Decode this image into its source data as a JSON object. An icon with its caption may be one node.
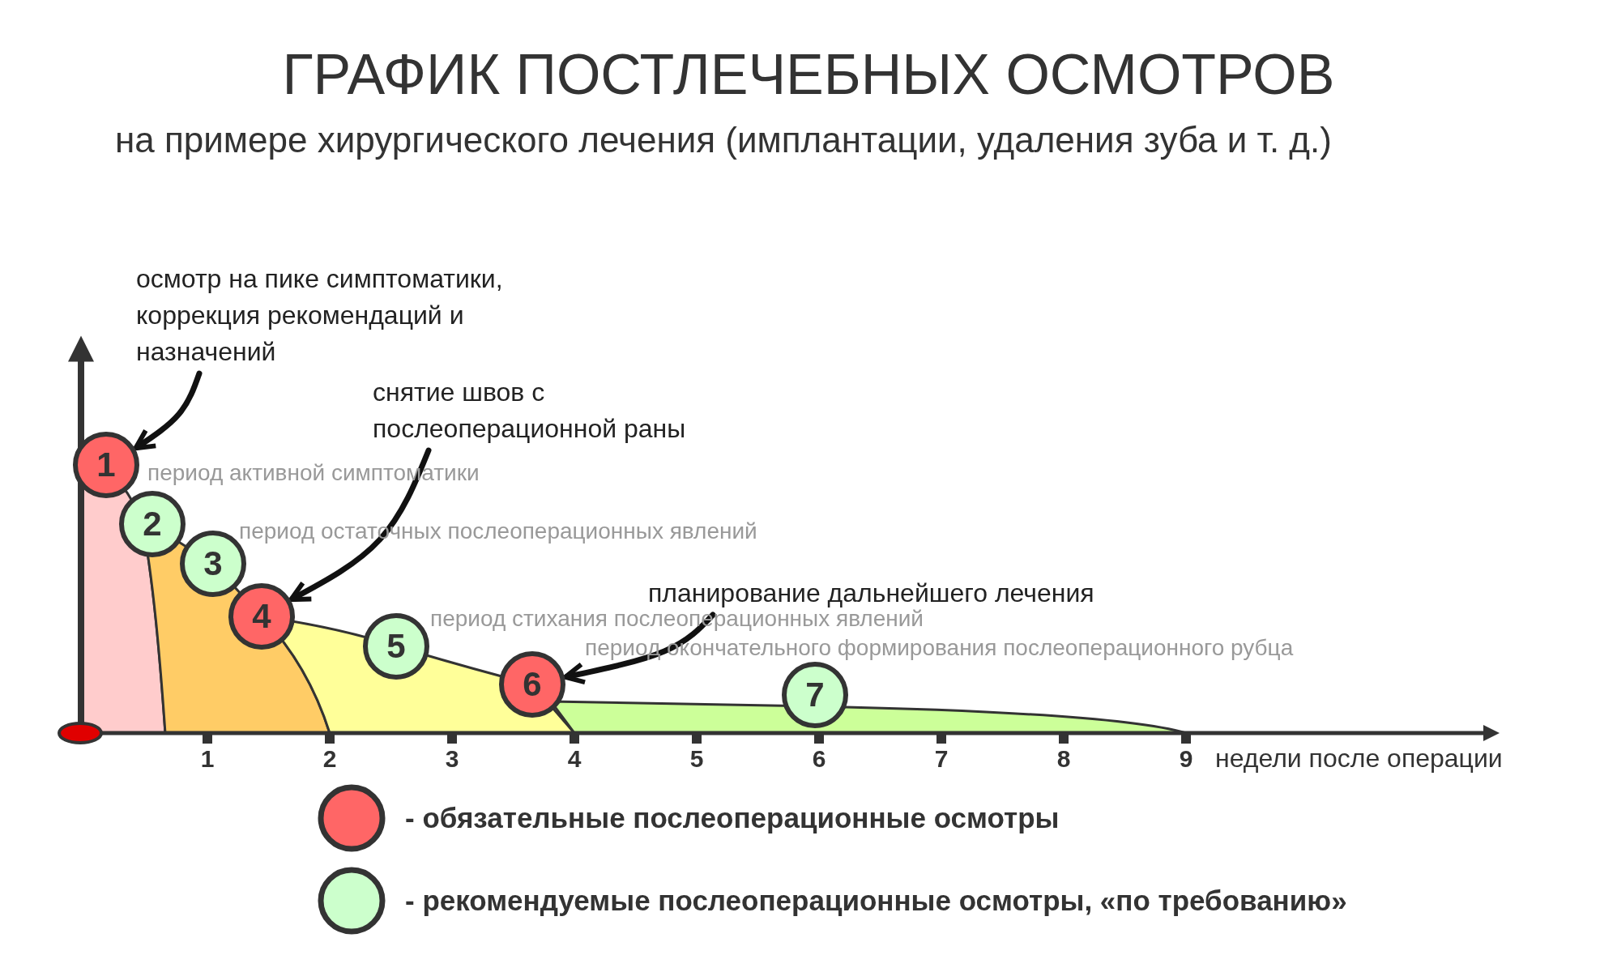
{
  "diagram": {
    "title": "ГРАФИК ПОСТЛЕЧЕБНЫХ ОСМОТРОВ",
    "nodes": [
      {
        "text": [
          "осмотр на пике симптоматики, коррекция рекомендаций и назначений"
        ]
      },
      {
        "text": [
          "снятие швов с послеоперационной раны"
        ]
      },
      {
        "text": [
          "планирование дальнейшего лечения"
        ]
      },
      {
        "text": [
          "1"
        ]
      },
      {
        "text": [
          "2"
        ]
      },
      {
        "text": [
          "3"
        ]
      },
      {
        "text": [
          "4"
        ]
      },
      {
        "text": [
          "5"
        ]
      },
      {
        "text": [
          "6"
        ]
      },
      {
        "text": [
          "7"
        ]
      }
    ],
    "edges": [
      {
        "from": 0,
        "to": 3,
        "arrow": "to"
      },
      {
        "from": 1,
        "to": 6,
        "arrow": "to"
      },
      {
        "from": 2,
        "to": 8,
        "arrow": "to"
      }
    ],
    "labels": [
      "на примере хирургического лечения (имплантации, удаления зуба и т. д.)",
      "период активной симптоматики",
      "период остаточных послеоперационных явлений",
      "период стихания послеоперационных явлений",
      "период окончательного формирования послеоперационного рубца",
      "1",
      "2",
      "3",
      "4",
      "5",
      "6",
      "7",
      "8",
      "9",
      "недели после операции"
    ],
    "legend": [
      {
        "text": "- обязательные послеоперационные осмотры",
        "color": "#ff6666"
      },
      {
        "text": "- рекомендуемые послеоперационные осмотры, «по требованию»",
        "color": "#ccffcc"
      }
    ]
  }
}
